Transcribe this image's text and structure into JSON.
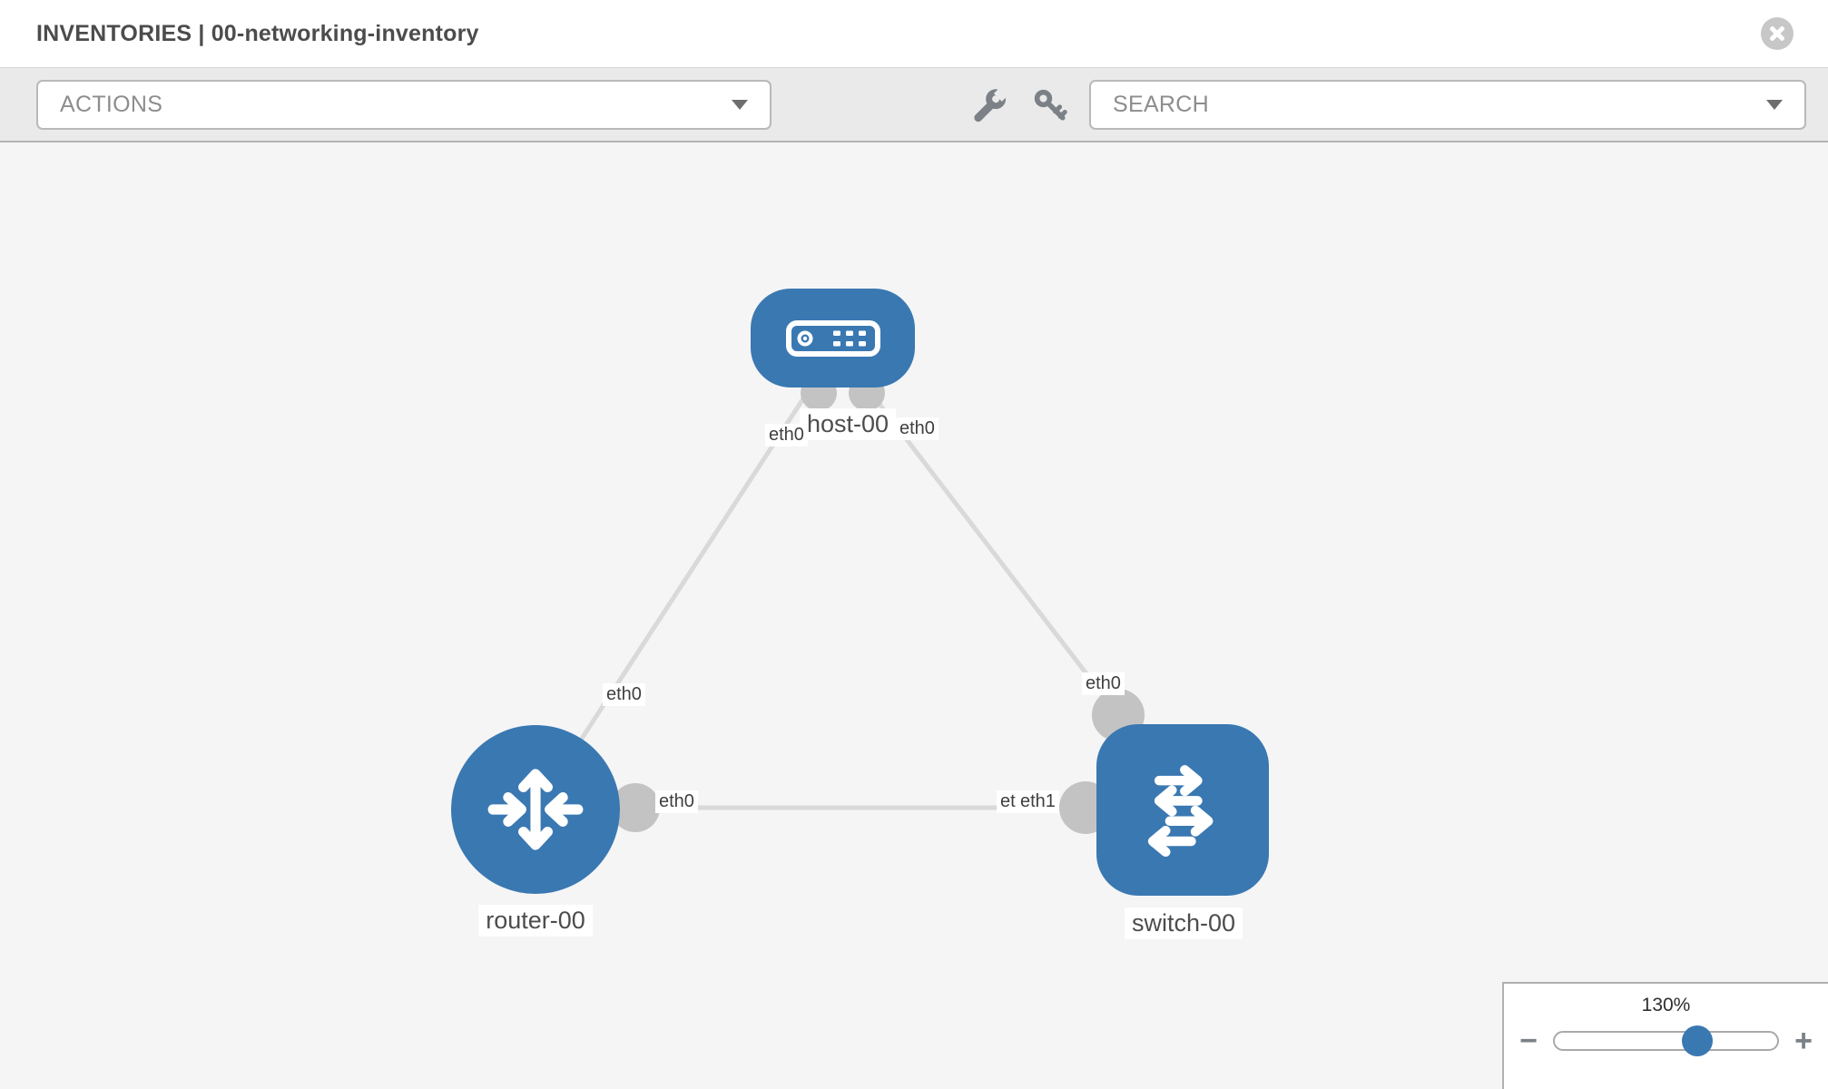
{
  "header": {
    "title": "INVENTORIES | 00-networking-inventory"
  },
  "toolbar": {
    "actions_placeholder": "ACTIONS",
    "search_placeholder": "SEARCH",
    "icons": [
      "wrench-icon",
      "key-icon"
    ]
  },
  "topology": {
    "nodes": [
      {
        "label": "host-00",
        "type": "host"
      },
      {
        "label": "router-00",
        "type": "router"
      },
      {
        "label": "switch-00",
        "type": "switch"
      }
    ],
    "links": [
      {
        "from": "host-00",
        "from_if": "eth0",
        "to": "router-00",
        "to_if": "eth0"
      },
      {
        "from": "host-00",
        "from_if": "eth0",
        "to": "switch-00",
        "to_if": "eth0"
      },
      {
        "from": "router-00",
        "from_if": "eth0",
        "to": "switch-00",
        "to_if": "eth1",
        "to_if_overlap": "eth0"
      }
    ]
  },
  "zoom": {
    "level": "130%",
    "percent": 64,
    "minus_glyph": "−",
    "plus_glyph": "+"
  },
  "colors": {
    "node_blue": "#3a78b2",
    "link_gray": "#d9d9d9",
    "port_gray": "#c3c3c3",
    "canvas_bg": "#f5f5f6",
    "toolbar_bg": "#eaeaea"
  }
}
